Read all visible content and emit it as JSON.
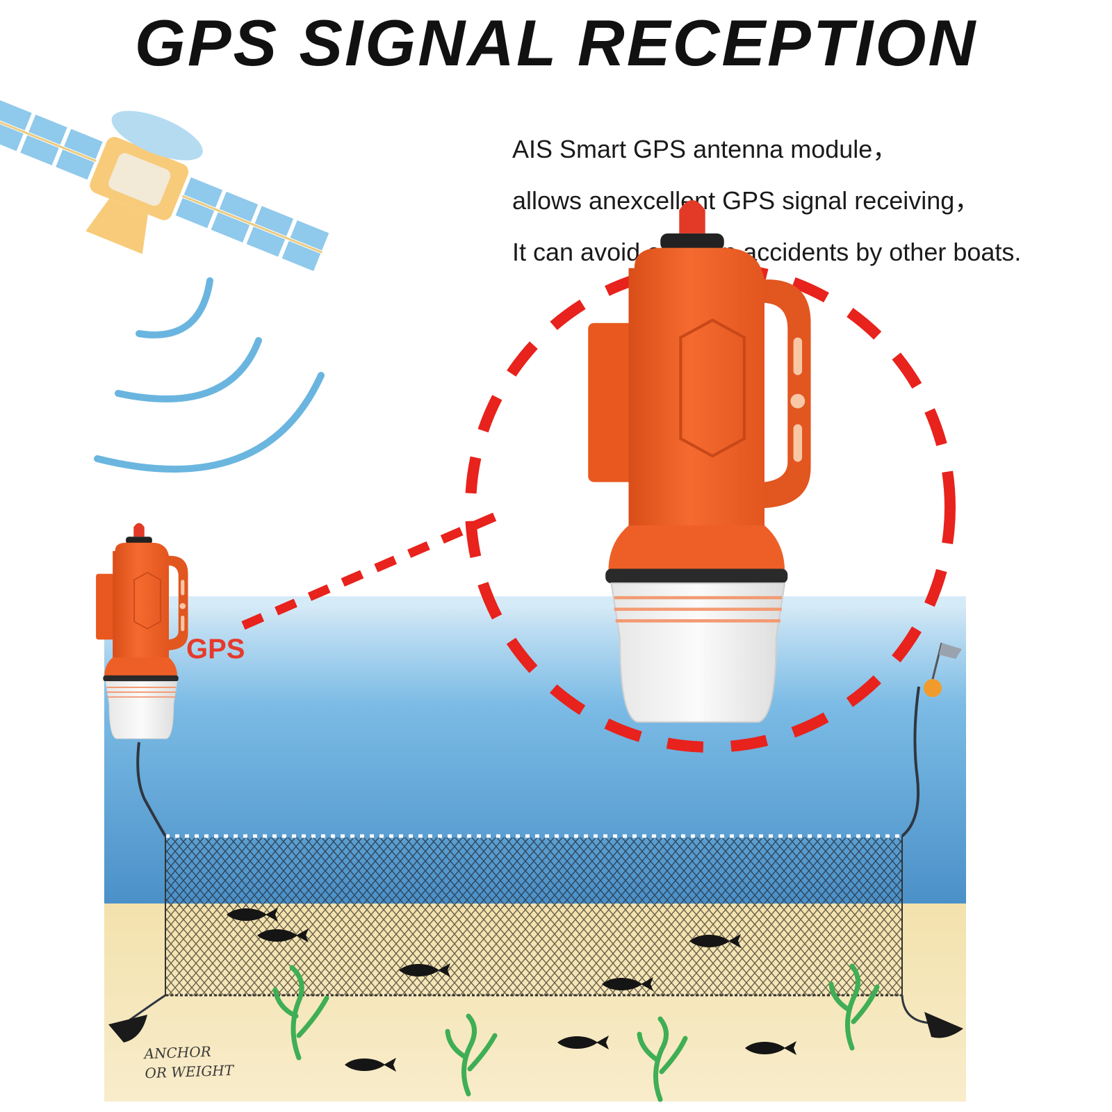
{
  "title": "GPS SIGNAL RECEPTION",
  "description": {
    "lines": [
      "AIS Smart GPS antenna module，",
      "allows anexcellent GPS signal receiving，",
      "It can avoid collision accidents by other boats."
    ]
  },
  "gps_label": "GPS",
  "anchor_label": {
    "line1": "ANCHOR",
    "line2": "OR WEIGHT"
  },
  "colors": {
    "buoy_orange": "#f2622a",
    "dashed_red": "#e8221c",
    "sea_blue": "#5da9db",
    "sand": "#f3e6b5",
    "satellite_panel": "#5aa6d8",
    "signal_wave": "#5aaedc"
  },
  "icons": [
    "satellite-icon",
    "signal-waves-icon",
    "gps-buoy-icon",
    "fishing-net-icon",
    "fish-icon",
    "seaweed-icon",
    "anchor-weight-icon",
    "flag-buoy-icon"
  ]
}
